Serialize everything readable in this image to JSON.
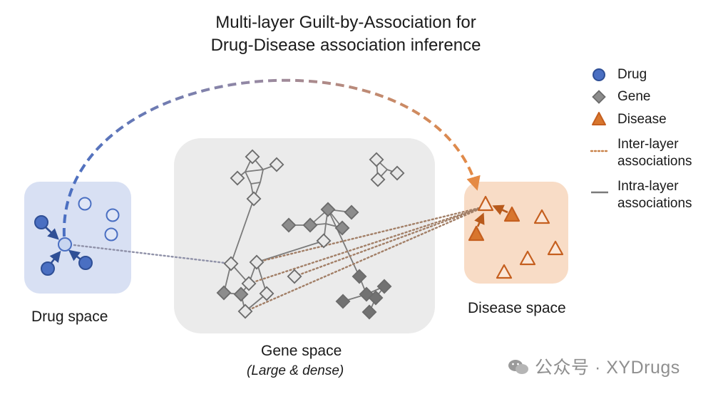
{
  "title": {
    "line1": "Multi-layer Guilt-by-Association for",
    "line2": "Drug-Disease association inference"
  },
  "legend": {
    "drug": "Drug",
    "gene": "Gene",
    "disease": "Disease",
    "inter_line1": "Inter-layer",
    "inter_line2": "associations",
    "intra_line1": "Intra-layer",
    "intra_line2": "associations"
  },
  "spaces": {
    "drug": "Drug space",
    "gene": "Gene space",
    "gene_sub": "(Large & dense)",
    "disease": "Disease space"
  },
  "watermark": "公众号 · XYDrugs",
  "colors": {
    "drug": "#4a6fc2",
    "drug_light": "#c9d6f0",
    "drug_panel": "#d8e0f3",
    "gene": "#8a8a8a",
    "gene_dark": "#6e6e6e",
    "gene_panel": "#ebebeb",
    "disease": "#d8762e",
    "disease_panel": "#f8dcc6",
    "inter": "#c9834a",
    "intra": "#7a7a7a"
  }
}
